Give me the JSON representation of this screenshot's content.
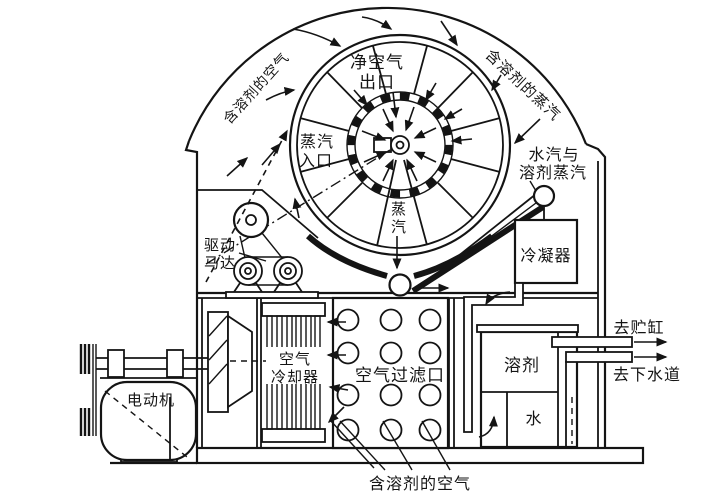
{
  "colors": {
    "ink": "#141414",
    "paper": "#ffffff"
  },
  "labels": {
    "solvent_air_top": "含溶剂的空气",
    "solvent_vapor_top": "含溶剂的蒸汽",
    "clean_air_line1": "净空气",
    "clean_air_line2": "出口",
    "steam_inlet_line1": "蒸汽",
    "steam_inlet_line2": "入口",
    "steam_char1": "蒸",
    "steam_char2": "汽",
    "water_solvent_vapor_line1": "水汽与",
    "water_solvent_vapor_line2": "溶剂蒸汽",
    "drive_motor_line1": "驱动",
    "drive_motor_line2": "马达",
    "condenser": "冷凝器",
    "air_cooler_line1": "空气",
    "air_cooler_line2": "冷却器",
    "air_filter_port": "空气过滤口",
    "solvent": "溶剂",
    "water": "水",
    "electric_motor": "电动机",
    "to_storage_tank": "去贮缸",
    "to_sewer": "去下水道",
    "solvent_air_bottom": "含溶剂的空气"
  }
}
